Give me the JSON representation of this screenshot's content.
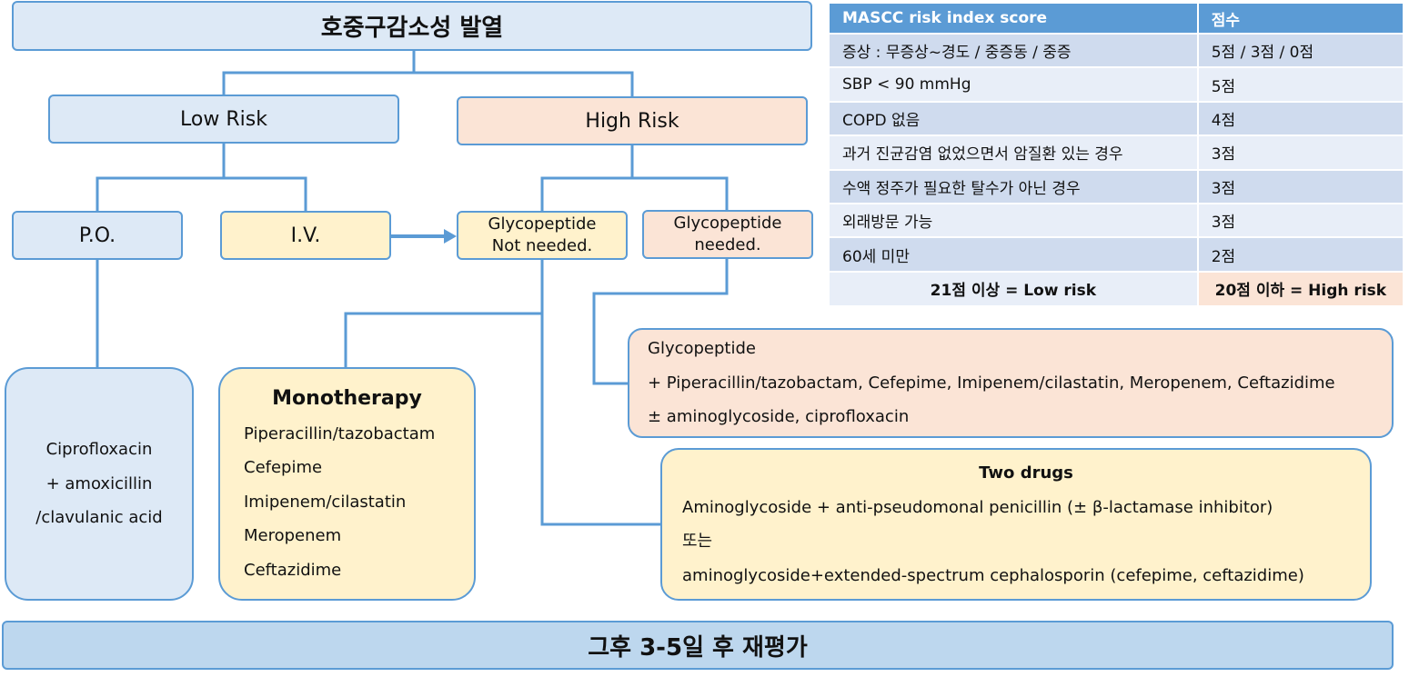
{
  "flow": {
    "title": "호중구감소성 발열",
    "low_risk": "Low Risk",
    "high_risk": "High Risk",
    "po": "P.O.",
    "iv": "I.V.",
    "glyco_not_needed": [
      "Glycopeptide",
      "Not needed."
    ],
    "glyco_needed": [
      "Glycopeptide",
      "needed."
    ],
    "oral_regimen": [
      "Ciprofloxacin",
      "+ amoxicillin",
      "/clavulanic acid"
    ],
    "monotherapy": {
      "heading": "Monotherapy",
      "drugs": [
        "Piperacillin/tazobactam",
        "Cefepime",
        "Imipenem/cilastatin",
        "Meropenem",
        "Ceftazidime"
      ]
    },
    "glyco_regimen": [
      "Glycopeptide",
      "+ Piperacillin/tazobactam, Cefepime, Imipenem/cilastatin, Meropenem, Ceftazidime",
      "± aminoglycoside, ciprofloxacin"
    ],
    "two_drugs": {
      "heading": "Two drugs",
      "lines": [
        "Aminoglycoside + anti-pseudomonal penicillin (± β-lactamase inhibitor)",
        "또는",
        "aminoglycoside+extended-spectrum cephalosporin (cefepime, ceftazidime)"
      ]
    },
    "reassess": "그후 3-5일 후 재평가"
  },
  "mascc_table": {
    "headers": [
      "MASCC risk index score",
      "점수"
    ],
    "rows": [
      [
        "증상 : 무증상~경도 / 중증동 / 중증",
        "5점 / 3점 / 0점"
      ],
      [
        "SBP < 90 mmHg",
        "5점"
      ],
      [
        "COPD 없음",
        "4점"
      ],
      [
        "과거 진균감염 없었으면서 암질환 있는 경우",
        "3점"
      ],
      [
        "수액 정주가 필요한 탈수가 아닌 경우",
        "3점"
      ],
      [
        "외래방문 가능",
        "3점"
      ],
      [
        "60세 미만",
        "2점"
      ]
    ],
    "footer": [
      "21점 이상 = Low risk",
      "20점 이하 = High risk"
    ]
  },
  "colors": {
    "line": "#5b9bd5",
    "blue_fill": "#dde9f6",
    "peach_fill": "#fbe4d6",
    "yellow_fill": "#fff2cc",
    "header_fill": "#5b9bd5"
  }
}
